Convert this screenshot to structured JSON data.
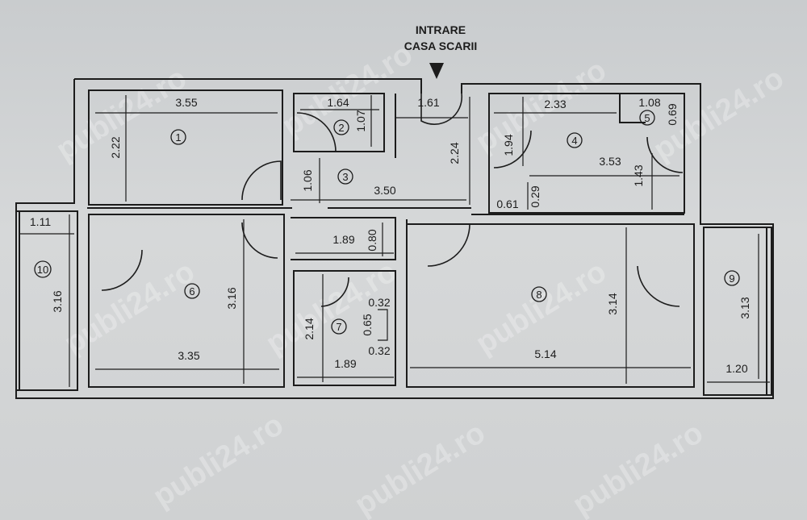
{
  "entrance": {
    "line1": "INTRARE",
    "line2": "CASA SCARII"
  },
  "watermark": "publi24.ro",
  "rooms": {
    "r1": "1",
    "r2": "2",
    "r3": "3",
    "r4": "4",
    "r5": "5",
    "r6": "6",
    "r7": "7",
    "r8": "8",
    "r9": "9",
    "r10": "10"
  },
  "dimensions": {
    "r1_width": "3.55",
    "r1_height": "2.22",
    "r2_width": "1.64",
    "r2_height": "1.07",
    "r3_width": "3.50",
    "r3_height": "1.06",
    "r3_right": "2.24",
    "entry_width": "1.61",
    "r4_width": "2.33",
    "r4_height": "1.94",
    "r4_inner": "3.53",
    "r4_small": "0.29",
    "r4_small2": "0.61",
    "r4_right": "1.43",
    "r5_width": "1.08",
    "r5_height": "0.69",
    "r10_width": "1.11",
    "r10_height": "3.16",
    "r6_width": "3.35",
    "r6_height": "3.16",
    "hall_width": "1.89",
    "hall_height": "0.80",
    "r7_width": "1.89",
    "r7_height": "2.14",
    "r7_a": "0.32",
    "r7_b": "0.65",
    "r7_c": "0.32",
    "r8_width": "5.14",
    "r8_height": "3.14",
    "r9_width": "1.20",
    "r9_height": "3.13"
  }
}
